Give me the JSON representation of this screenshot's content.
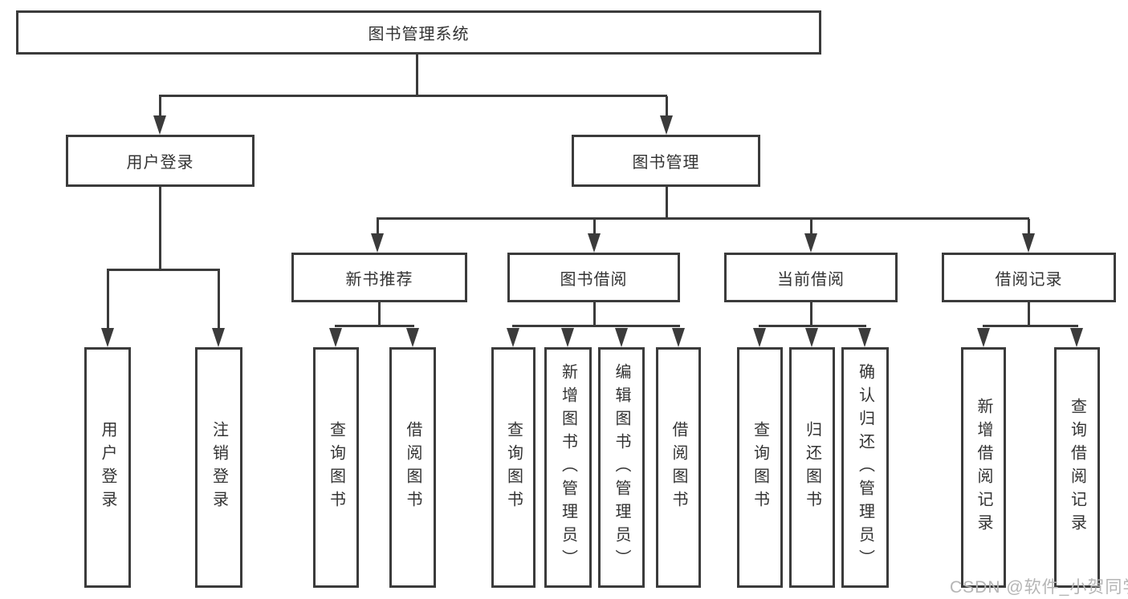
{
  "tree": {
    "root": {
      "label": "图书管理系统",
      "children": [
        {
          "label": "用户登录",
          "children": [
            {
              "label": "用户登录"
            },
            {
              "label": "注销登录"
            }
          ]
        },
        {
          "label": "图书管理",
          "children": [
            {
              "label": "新书推荐",
              "children": [
                {
                  "label": "查询图书"
                },
                {
                  "label": "借阅图书"
                }
              ]
            },
            {
              "label": "图书借阅",
              "children": [
                {
                  "label": "查询图书"
                },
                {
                  "label": "新增图书（管理员）"
                },
                {
                  "label": "编辑图书（管理员）"
                },
                {
                  "label": "借阅图书"
                }
              ]
            },
            {
              "label": "当前借阅",
              "children": [
                {
                  "label": "查询图书"
                },
                {
                  "label": "归还图书"
                },
                {
                  "label": "确认归还（管理员）"
                }
              ]
            },
            {
              "label": "借阅记录",
              "children": [
                {
                  "label": "新增借阅记录"
                },
                {
                  "label": "查询借阅记录"
                }
              ]
            }
          ]
        }
      ]
    }
  },
  "watermark": {
    "text": "CSDN @软件_小贺同学"
  },
  "colors": {
    "line": "#3b3b3b",
    "text": "#333333",
    "watermark": "#b5b5b5",
    "background": "#ffffff"
  }
}
